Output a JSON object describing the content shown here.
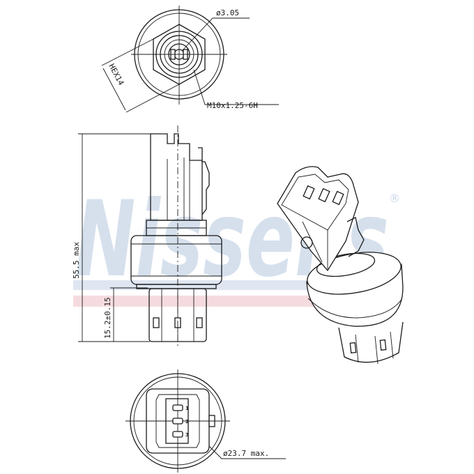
{
  "watermark": {
    "text": "Nissens",
    "registered_mark": "®",
    "band_blue": "#c9d6e8",
    "band_pink": "#f2d2d8"
  },
  "dimensions": {
    "top_diameter": "ø3.05",
    "hex": "HEX14",
    "thread": "M10x1.25-6H",
    "height": "55.5 max",
    "connector_height": "15.2±0.15",
    "bottom_diameter": "ø23.7 max."
  },
  "pins": [
    "1",
    "2",
    "3"
  ],
  "colors": {
    "line": "#1a1a1a",
    "background": "#ffffff"
  }
}
